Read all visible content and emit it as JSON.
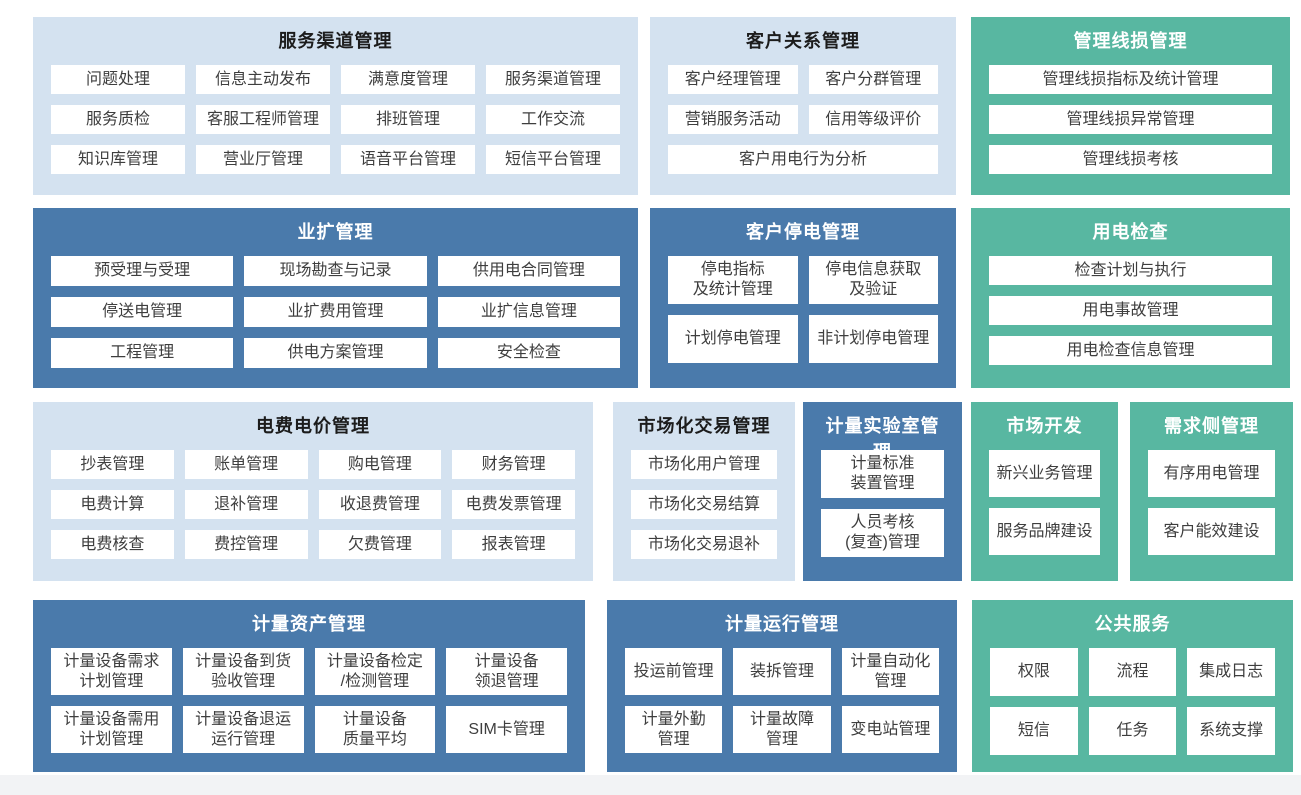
{
  "colors": {
    "panel_light": "#d4e2f0",
    "panel_dark": "#4a7aab",
    "panel_teal": "#58b7a1",
    "item_bg": "#ffffff",
    "item_text": "#3e3e3e",
    "title_on_light": "#1c1c1c",
    "title_on_color": "#ffffff",
    "page_bg": "#ffffff",
    "bottom_strip": "#f2f3f5"
  },
  "panels": [
    {
      "id": "service-channel",
      "title": "服务渠道管理",
      "theme": "light",
      "items": [
        "问题处理",
        "信息主动发布",
        "满意度管理",
        "服务渠道管理",
        "服务质检",
        "客服工程师管理",
        "排班管理",
        "工作交流",
        "知识库管理",
        "营业厅管理",
        "语音平台管理",
        "短信平台管理"
      ]
    },
    {
      "id": "customer-relationship",
      "title": "客户关系管理",
      "theme": "light",
      "items": [
        "客户经理管理",
        "客户分群管理",
        "营销服务活动",
        "信用等级评价",
        {
          "label": "客户用电行为分析",
          "span": 2
        }
      ]
    },
    {
      "id": "line-loss",
      "title": "管理线损管理",
      "theme": "teal",
      "items": [
        "管理线损指标及统计管理",
        "管理线损异常管理",
        "管理线损考核"
      ]
    },
    {
      "id": "business-expansion",
      "title": "业扩管理",
      "theme": "dark",
      "items": [
        "预受理与受理",
        "现场勘查与记录",
        "供用电合同管理",
        "停送电管理",
        "业扩费用管理",
        "业扩信息管理",
        "工程管理",
        "供电方案管理",
        "安全检查"
      ]
    },
    {
      "id": "customer-outage",
      "title": "客户停电管理",
      "theme": "dark",
      "items": [
        "停电指标\n及统计管理",
        "停电信息获取\n及验证",
        "计划停电管理",
        "非计划停电管理"
      ]
    },
    {
      "id": "power-inspection",
      "title": "用电检查",
      "theme": "teal",
      "items": [
        "检查计划与执行",
        "用电事故管理",
        "用电检查信息管理"
      ]
    },
    {
      "id": "billing-pricing",
      "title": "电费电价管理",
      "theme": "light",
      "items": [
        "抄表管理",
        "账单管理",
        "购电管理",
        "财务管理",
        "电费计算",
        "退补管理",
        "收退费管理",
        "电费发票管理",
        "电费核查",
        "费控管理",
        "欠费管理",
        "报表管理"
      ]
    },
    {
      "id": "market-trading",
      "title": "市场化交易管理",
      "theme": "light",
      "items": [
        "市场化用户管理",
        "市场化交易结算",
        "市场化交易退补"
      ]
    },
    {
      "id": "metering-lab",
      "title": "计量实验室管理",
      "theme": "dark",
      "items": [
        "计量标准\n装置管理",
        "人员考核\n(复查)管理"
      ]
    },
    {
      "id": "market-development",
      "title": "市场开发",
      "theme": "teal",
      "items": [
        "新兴业务管理",
        "服务品牌建设"
      ]
    },
    {
      "id": "demand-side",
      "title": "需求侧管理",
      "theme": "teal",
      "items": [
        "有序用电管理",
        "客户能效建设"
      ]
    },
    {
      "id": "metering-asset",
      "title": "计量资产管理",
      "theme": "dark",
      "items": [
        "计量设备需求\n计划管理",
        "计量设备到货\n验收管理",
        "计量设备检定\n/检测管理",
        "计量设备\n领退管理",
        "计量设备需用\n计划管理",
        "计量设备退运\n运行管理",
        "计量设备\n质量平均",
        "SIM卡管理"
      ]
    },
    {
      "id": "metering-operation",
      "title": "计量运行管理",
      "theme": "dark",
      "items": [
        "投运前管理",
        "装拆管理",
        "计量自动化\n管理",
        "计量外勤\n管理",
        "计量故障\n管理",
        "变电站管理"
      ]
    },
    {
      "id": "public-service",
      "title": "公共服务",
      "theme": "teal",
      "items": [
        "权限",
        "流程",
        "集成日志",
        "短信",
        "任务",
        "系统支撑"
      ]
    }
  ]
}
